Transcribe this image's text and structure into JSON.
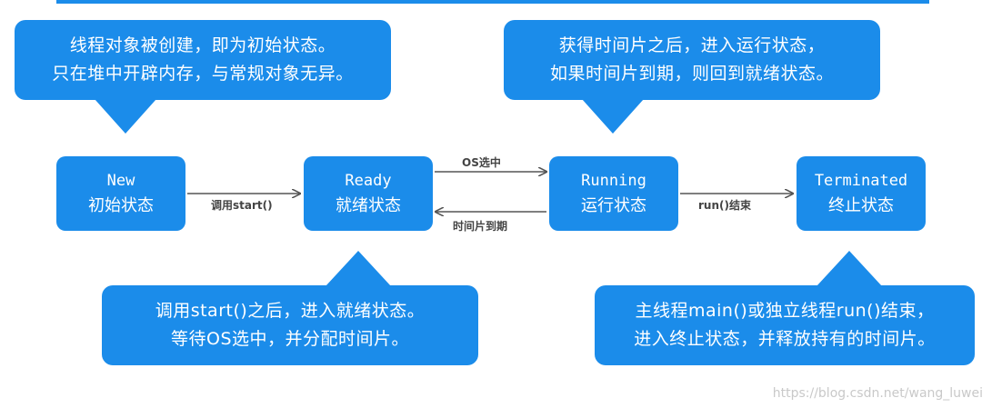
{
  "callouts": {
    "new_note": [
      "线程对象被创建，即为初始状态。",
      "只在堆中开辟内存，与常规对象无异。"
    ],
    "running_note": [
      "获得时间片之后，进入运行状态，",
      "如果时间片到期，则回到就绪状态。"
    ],
    "ready_note": [
      "调用start()之后，进入就绪状态。",
      "等待OS选中，并分配时间片。"
    ],
    "terminated_note": [
      "主线程main()或独立线程run()结束，",
      "进入终止状态，并释放持有的时间片。"
    ]
  },
  "states": {
    "new": {
      "en": "New",
      "zh": "初始状态"
    },
    "ready": {
      "en": "Ready",
      "zh": "就绪状态"
    },
    "running": {
      "en": "Running",
      "zh": "运行状态"
    },
    "terminated": {
      "en": "Terminated",
      "zh": "终止状态"
    }
  },
  "transitions": {
    "new_to_ready": "调用start()",
    "ready_to_running": "OS选中",
    "running_to_ready": "时间片到期",
    "running_to_terminated": "run()结束"
  },
  "watermark": "https://blog.csdn.net/wang_luwei",
  "colors": {
    "accent": "#1b8cea",
    "arrow": "#555555"
  }
}
